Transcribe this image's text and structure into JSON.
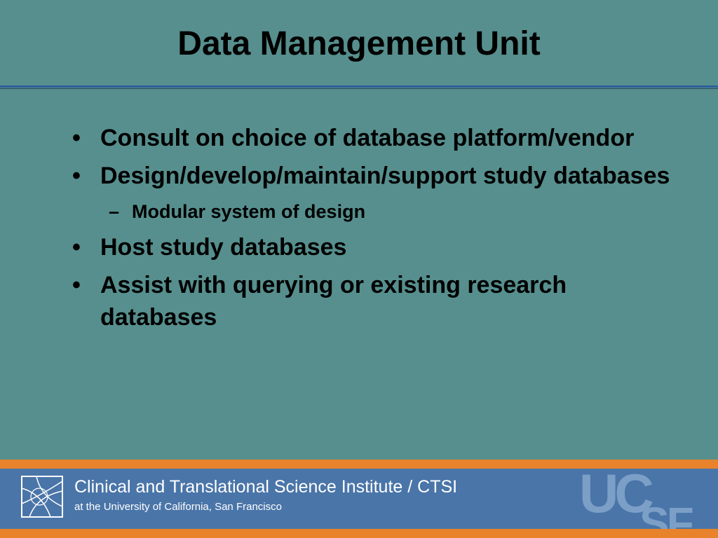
{
  "slide": {
    "title": "Data Management Unit"
  },
  "bullets": [
    {
      "marker": "•",
      "text": "Consult on choice of database platform/vendor",
      "subs": []
    },
    {
      "marker": "•",
      "text": "Design/develop/maintain/support study databases",
      "subs": [
        {
          "marker": "–",
          "text": "Modular system of design"
        }
      ]
    },
    {
      "marker": "•",
      "text": "Host study databases",
      "subs": []
    },
    {
      "marker": "•",
      "text": "Assist with querying or existing research databases",
      "subs": []
    }
  ],
  "footer": {
    "institute_name": "Clinical and Translational Science Institute / CTSI",
    "institute_subtitle": "at the University of California, San Francisco",
    "logo_icon": "ctsi-logo-icon",
    "ucsf_logo_text": "UCSF"
  },
  "colors": {
    "background": "#568f8e",
    "title_rule": "#2f5f99",
    "footer_band": "#4a75a8",
    "footer_accent": "#e8832b",
    "text": "#000000"
  }
}
